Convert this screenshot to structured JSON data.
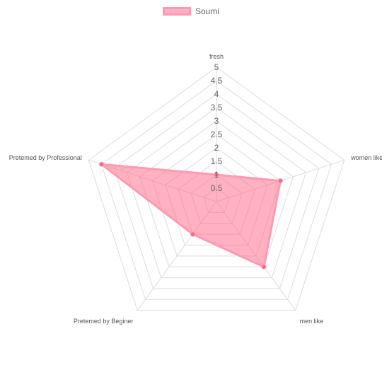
{
  "chart_data": {
    "type": "radar",
    "labels": [
      "fresh",
      "women like",
      "men like",
      "Pretemed  by Beginer",
      "Pretemed  by Professional"
    ],
    "series": [
      {
        "name": "Soumi",
        "values": [
          1,
          2.5,
          3,
          1.5,
          4.5
        ],
        "color": "#ff6384",
        "fill": "rgba(255,99,132,0.5)",
        "border": "#ff99b4"
      }
    ],
    "r_range": [
      0,
      5
    ],
    "r_ticks": [
      "0.5",
      "1",
      "1.5",
      "2",
      "2.5",
      "3",
      "3.5",
      "4",
      "4.5",
      "5"
    ],
    "grid": true,
    "legend_position": "top-center",
    "grid_color": "#dddddd"
  }
}
